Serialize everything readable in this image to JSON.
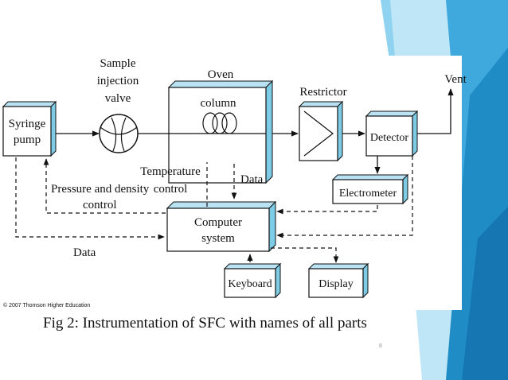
{
  "diagram": {
    "components": {
      "syringe_pump": [
        "Syringe",
        "pump"
      ],
      "sample_valve": [
        "Sample",
        "injection",
        "valve"
      ],
      "oven_title": "Oven",
      "column": "column",
      "restrictor": "Restrictor",
      "detector": "Detector",
      "vent": "Vent",
      "electrometer": "Electrometer",
      "computer": [
        "Computer",
        "system"
      ],
      "keyboard": "Keyboard",
      "display": "Display"
    },
    "annotations": {
      "temperature_control": [
        "Temperature",
        "control"
      ],
      "data_oven": "Data",
      "pressure_density": [
        "Pressure and density",
        "control"
      ],
      "data_bottom": "Data"
    },
    "copyright": "© 2007 Thomson Higher Education"
  },
  "caption": "Fig 2: Instrumentation of SFC with names of all parts",
  "page_number": "8",
  "colors": {
    "box_side": "#7ecbe6",
    "teal_dark": "#1a8fc4",
    "teal_light": "#a9dcf0",
    "teal_mid": "#49b4e0"
  }
}
